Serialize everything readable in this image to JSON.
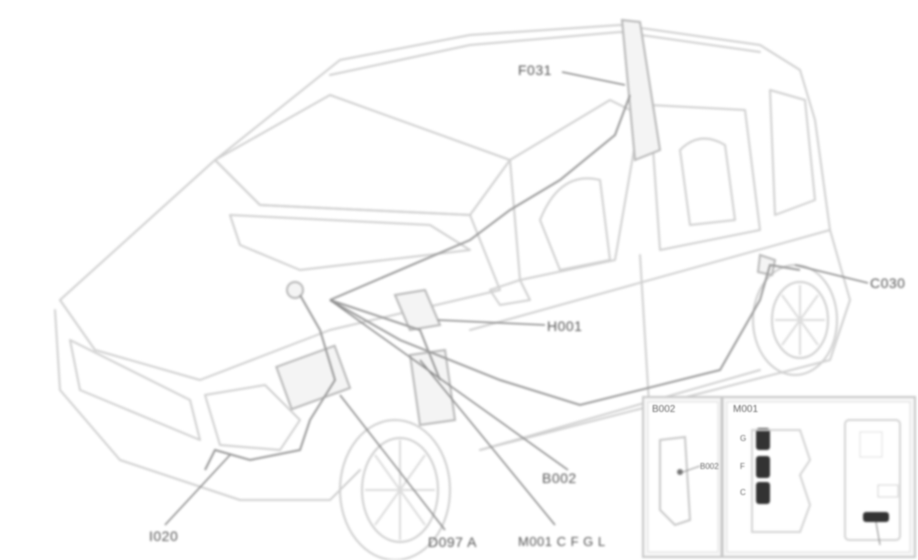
{
  "diagram": {
    "subject": "Vehicle component location diagram (compact hatchback, 3/4 front view)",
    "callouts": [
      {
        "id": "f031",
        "label": "F031"
      },
      {
        "id": "c030",
        "label": "C030"
      },
      {
        "id": "h001",
        "label": "H001"
      },
      {
        "id": "b002",
        "label": "B002"
      },
      {
        "id": "i020",
        "label": "I020"
      },
      {
        "id": "d097",
        "label": "D097 A"
      },
      {
        "id": "m001",
        "label": "M001 C F G L"
      }
    ],
    "inset": {
      "panel_b002_title": "B002",
      "panel_m001_title": "M001",
      "connector_pins": [
        "G",
        "F",
        "C"
      ],
      "arrow_label": "B002"
    }
  }
}
